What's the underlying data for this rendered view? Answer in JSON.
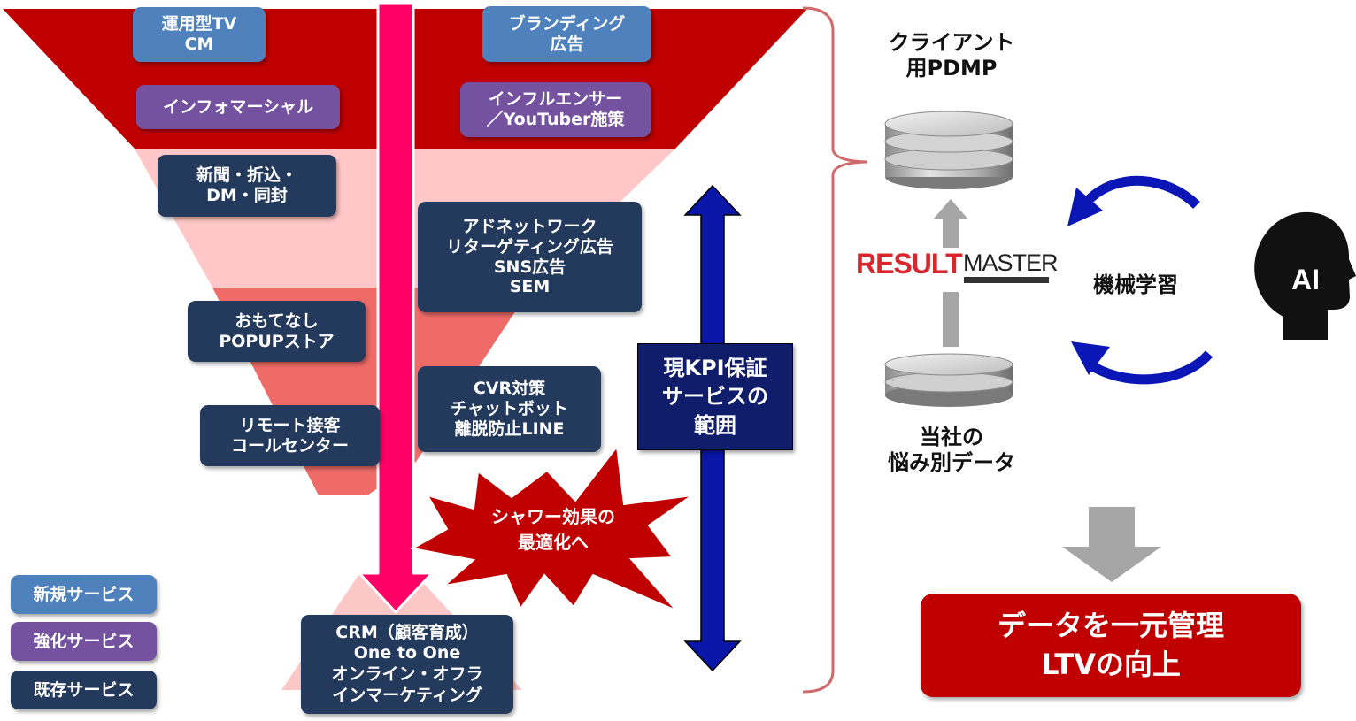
{
  "funnel_top": {
    "tv_cm": [
      "運用型TV",
      "CM"
    ],
    "infomercial": [
      "インフォマーシャル"
    ],
    "branding": [
      "ブランディング",
      "広告"
    ],
    "influencer": [
      "インフルエンサー",
      "／YouTuber施策"
    ]
  },
  "funnel_left": {
    "newspaper": [
      "新聞・折込・",
      "DM・同封"
    ],
    "omotenashi": [
      "おもてなし",
      "POPUPストア"
    ],
    "remote": [
      "リモート接客",
      "コールセンター"
    ]
  },
  "funnel_right": {
    "adnetwork": [
      "アドネットワーク",
      "リターゲティング広告",
      "SNS広告",
      "SEM"
    ],
    "cvr": [
      "CVR対策",
      "チャットボット",
      "離脱防止LINE"
    ]
  },
  "crm": [
    "CRM（顧客育成）",
    "One to One",
    "オンライン・オフラ",
    "インマーケティング"
  ],
  "shower": [
    "シャワー効果の",
    "最適化へ"
  ],
  "kpi_range": [
    "現KPI保証",
    "サービスの",
    "範囲"
  ],
  "legend": {
    "new": "新規サービス",
    "enhanced": "強化サービス",
    "existing": "既存サービス"
  },
  "client_pdmp": [
    "クライアント",
    "用PDMP"
  ],
  "logo": {
    "part1": "RESULT",
    "part2": "MASTER"
  },
  "machine_learning": "機械学習",
  "ai_label": "AI",
  "company_data": [
    "当社の",
    "悩み別データ"
  ],
  "result": [
    "データを一元管理",
    "LTVの向上"
  ],
  "colors": {
    "funnel_red": "#c00000",
    "funnel_pink": "#ffc7c7",
    "funnel_salmon": "#ee6b68",
    "arrow_pink": "#ff0066",
    "new_service": "#4f81bd",
    "enhanced_service": "#7452a0",
    "existing_service": "#243a5c",
    "kpi_arrow": "#0a16a8",
    "kpi_box": "#0f1d6b",
    "result_box": "#c00000"
  }
}
